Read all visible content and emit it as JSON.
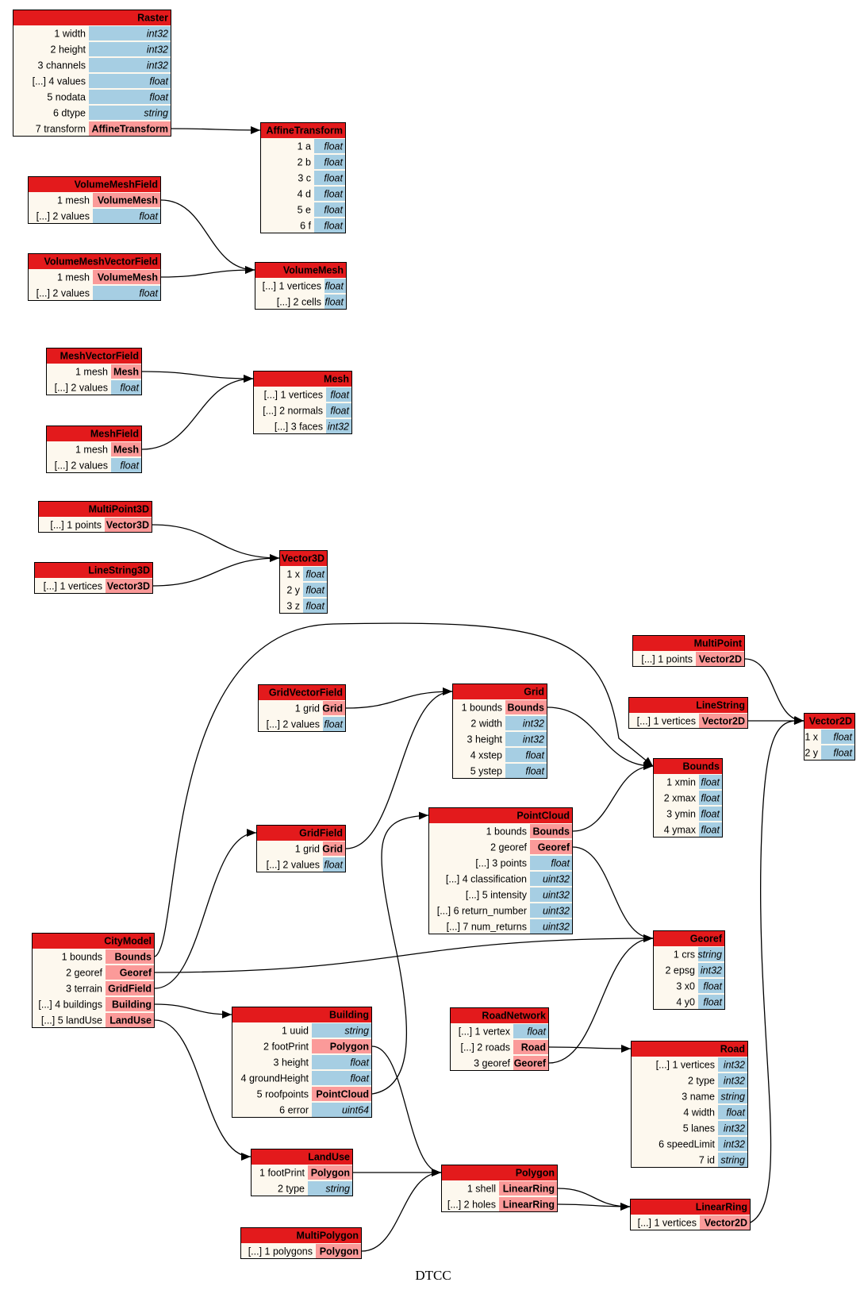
{
  "caption": "DTCC",
  "colors": {
    "header": "#e31a1c",
    "body": "#fdf8ee",
    "primitive": "#a6cee3",
    "reference": "#fb9a99",
    "edge": "#000000"
  },
  "tables": [
    {
      "id": "Raster",
      "title": "Raster",
      "fields": [
        {
          "label": "1 width",
          "type": "int32",
          "ref": false
        },
        {
          "label": "2 height",
          "type": "int32",
          "ref": false
        },
        {
          "label": "3 channels",
          "type": "int32",
          "ref": false
        },
        {
          "label": "[...] 4 values",
          "type": "float",
          "ref": false
        },
        {
          "label": "5 nodata",
          "type": "float",
          "ref": false
        },
        {
          "label": "6 dtype",
          "type": "string",
          "ref": false
        },
        {
          "label": "7 transform",
          "type": "AffineTransform",
          "ref": true
        }
      ]
    },
    {
      "id": "AffineTransform",
      "title": "AffineTransform",
      "fields": [
        {
          "label": "1 a",
          "type": "float",
          "ref": false
        },
        {
          "label": "2 b",
          "type": "float",
          "ref": false
        },
        {
          "label": "3 c",
          "type": "float",
          "ref": false
        },
        {
          "label": "4 d",
          "type": "float",
          "ref": false
        },
        {
          "label": "5 e",
          "type": "float",
          "ref": false
        },
        {
          "label": "6 f",
          "type": "float",
          "ref": false
        }
      ]
    },
    {
      "id": "VolumeMeshField",
      "title": "VolumeMeshField",
      "fields": [
        {
          "label": "1 mesh",
          "type": "VolumeMesh",
          "ref": true
        },
        {
          "label": "[...] 2 values",
          "type": "float",
          "ref": false
        }
      ]
    },
    {
      "id": "VolumeMeshVectorField",
      "title": "VolumeMeshVectorField",
      "fields": [
        {
          "label": "1 mesh",
          "type": "VolumeMesh",
          "ref": true
        },
        {
          "label": "[...] 2 values",
          "type": "float",
          "ref": false
        }
      ]
    },
    {
      "id": "VolumeMesh",
      "title": "VolumeMesh",
      "fields": [
        {
          "label": "[...] 1 vertices",
          "type": "float",
          "ref": false
        },
        {
          "label": "[...] 2 cells",
          "type": "float",
          "ref": false
        }
      ]
    },
    {
      "id": "MeshVectorField",
      "title": "MeshVectorField",
      "fields": [
        {
          "label": "1 mesh",
          "type": "Mesh",
          "ref": true
        },
        {
          "label": "[...] 2 values",
          "type": "float",
          "ref": false
        }
      ]
    },
    {
      "id": "MeshField",
      "title": "MeshField",
      "fields": [
        {
          "label": "1 mesh",
          "type": "Mesh",
          "ref": true
        },
        {
          "label": "[...] 2 values",
          "type": "float",
          "ref": false
        }
      ]
    },
    {
      "id": "Mesh",
      "title": "Mesh",
      "fields": [
        {
          "label": "[...] 1 vertices",
          "type": "float",
          "ref": false
        },
        {
          "label": "[...] 2 normals",
          "type": "float",
          "ref": false
        },
        {
          "label": "[...] 3 faces",
          "type": "int32",
          "ref": false
        }
      ]
    },
    {
      "id": "MultiPoint3D",
      "title": "MultiPoint3D",
      "fields": [
        {
          "label": "[...] 1 points",
          "type": "Vector3D",
          "ref": true
        }
      ]
    },
    {
      "id": "LineString3D",
      "title": "LineString3D",
      "fields": [
        {
          "label": "[...] 1 vertices",
          "type": "Vector3D",
          "ref": true
        }
      ]
    },
    {
      "id": "Vector3D",
      "title": "Vector3D",
      "fields": [
        {
          "label": "1 x",
          "type": "float",
          "ref": false
        },
        {
          "label": "2 y",
          "type": "float",
          "ref": false
        },
        {
          "label": "3 z",
          "type": "float",
          "ref": false
        }
      ]
    },
    {
      "id": "MultiPoint",
      "title": "MultiPoint",
      "fields": [
        {
          "label": "[...] 1 points",
          "type": "Vector2D",
          "ref": true
        }
      ]
    },
    {
      "id": "LineString",
      "title": "LineString",
      "fields": [
        {
          "label": "[...] 1 vertices",
          "type": "Vector2D",
          "ref": true
        }
      ]
    },
    {
      "id": "Vector2D",
      "title": "Vector2D",
      "fields": [
        {
          "label": "1 x",
          "type": "float",
          "ref": false
        },
        {
          "label": "2 y",
          "type": "float",
          "ref": false
        }
      ]
    },
    {
      "id": "GridVectorField",
      "title": "GridVectorField",
      "fields": [
        {
          "label": "1 grid",
          "type": "Grid",
          "ref": true
        },
        {
          "label": "[...] 2 values",
          "type": "float",
          "ref": false
        }
      ]
    },
    {
      "id": "Grid",
      "title": "Grid",
      "fields": [
        {
          "label": "1 bounds",
          "type": "Bounds",
          "ref": true
        },
        {
          "label": "2 width",
          "type": "int32",
          "ref": false
        },
        {
          "label": "3 height",
          "type": "int32",
          "ref": false
        },
        {
          "label": "4 xstep",
          "type": "float",
          "ref": false
        },
        {
          "label": "5 ystep",
          "type": "float",
          "ref": false
        }
      ]
    },
    {
      "id": "Bounds",
      "title": "Bounds",
      "fields": [
        {
          "label": "1 xmin",
          "type": "float",
          "ref": false
        },
        {
          "label": "2 xmax",
          "type": "float",
          "ref": false
        },
        {
          "label": "3 ymin",
          "type": "float",
          "ref": false
        },
        {
          "label": "4 ymax",
          "type": "float",
          "ref": false
        }
      ]
    },
    {
      "id": "PointCloud",
      "title": "PointCloud",
      "fields": [
        {
          "label": "1 bounds",
          "type": "Bounds",
          "ref": true
        },
        {
          "label": "2 georef",
          "type": "Georef",
          "ref": true
        },
        {
          "label": "[...] 3 points",
          "type": "float",
          "ref": false
        },
        {
          "label": "[...] 4 classification",
          "type": "uint32",
          "ref": false
        },
        {
          "label": "[...] 5 intensity",
          "type": "uint32",
          "ref": false
        },
        {
          "label": "[...] 6 return_number",
          "type": "uint32",
          "ref": false
        },
        {
          "label": "[...] 7 num_returns",
          "type": "uint32",
          "ref": false
        }
      ]
    },
    {
      "id": "GridField",
      "title": "GridField",
      "fields": [
        {
          "label": "1 grid",
          "type": "Grid",
          "ref": true
        },
        {
          "label": "[...] 2 values",
          "type": "float",
          "ref": false
        }
      ]
    },
    {
      "id": "CityModel",
      "title": "CityModel",
      "fields": [
        {
          "label": "1 bounds",
          "type": "Bounds",
          "ref": true
        },
        {
          "label": "2 georef",
          "type": "Georef",
          "ref": true
        },
        {
          "label": "3 terrain",
          "type": "GridField",
          "ref": true
        },
        {
          "label": "[...] 4 buildings",
          "type": "Building",
          "ref": true
        },
        {
          "label": "[...] 5 landUse",
          "type": "LandUse",
          "ref": true
        }
      ]
    },
    {
      "id": "Georef",
      "title": "Georef",
      "fields": [
        {
          "label": "1 crs",
          "type": "string",
          "ref": false
        },
        {
          "label": "2 epsg",
          "type": "int32",
          "ref": false
        },
        {
          "label": "3 x0",
          "type": "float",
          "ref": false
        },
        {
          "label": "4 y0",
          "type": "float",
          "ref": false
        }
      ]
    },
    {
      "id": "Building",
      "title": "Building",
      "fields": [
        {
          "label": "1 uuid",
          "type": "string",
          "ref": false
        },
        {
          "label": "2 footPrint",
          "type": "Polygon",
          "ref": true
        },
        {
          "label": "3 height",
          "type": "float",
          "ref": false
        },
        {
          "label": "4 groundHeight",
          "type": "float",
          "ref": false
        },
        {
          "label": "5 roofpoints",
          "type": "PointCloud",
          "ref": true
        },
        {
          "label": "6 error",
          "type": "uint64",
          "ref": false
        }
      ]
    },
    {
      "id": "RoadNetwork",
      "title": "RoadNetwork",
      "fields": [
        {
          "label": "[...] 1 vertex",
          "type": "float",
          "ref": false
        },
        {
          "label": "[...] 2 roads",
          "type": "Road",
          "ref": true
        },
        {
          "label": "3 georef",
          "type": "Georef",
          "ref": true
        }
      ]
    },
    {
      "id": "Road",
      "title": "Road",
      "fields": [
        {
          "label": "[...] 1 vertices",
          "type": "int32",
          "ref": false
        },
        {
          "label": "2 type",
          "type": "int32",
          "ref": false
        },
        {
          "label": "3 name",
          "type": "string",
          "ref": false
        },
        {
          "label": "4 width",
          "type": "float",
          "ref": false
        },
        {
          "label": "5 lanes",
          "type": "int32",
          "ref": false
        },
        {
          "label": "6 speedLimit",
          "type": "int32",
          "ref": false
        },
        {
          "label": "7 id",
          "type": "string",
          "ref": false
        }
      ]
    },
    {
      "id": "LandUse",
      "title": "LandUse",
      "fields": [
        {
          "label": "1 footPrint",
          "type": "Polygon",
          "ref": true
        },
        {
          "label": "2 type",
          "type": "string",
          "ref": false
        }
      ]
    },
    {
      "id": "Polygon",
      "title": "Polygon",
      "fields": [
        {
          "label": "1 shell",
          "type": "LinearRing",
          "ref": true
        },
        {
          "label": "[...] 2 holes",
          "type": "LinearRing",
          "ref": true
        }
      ]
    },
    {
      "id": "MultiPolygon",
      "title": "MultiPolygon",
      "fields": [
        {
          "label": "[...] 1 polygons",
          "type": "Polygon",
          "ref": true
        }
      ]
    },
    {
      "id": "LinearRing",
      "title": "LinearRing",
      "fields": [
        {
          "label": "[...] 1 vertices",
          "type": "Vector2D",
          "ref": true
        }
      ]
    }
  ],
  "edges": [
    {
      "from": "Raster",
      "field": 6,
      "to": "AffineTransform"
    },
    {
      "from": "VolumeMeshField",
      "field": 0,
      "to": "VolumeMesh"
    },
    {
      "from": "VolumeMeshVectorField",
      "field": 0,
      "to": "VolumeMesh"
    },
    {
      "from": "MeshVectorField",
      "field": 0,
      "to": "Mesh"
    },
    {
      "from": "MeshField",
      "field": 0,
      "to": "Mesh"
    },
    {
      "from": "MultiPoint3D",
      "field": 0,
      "to": "Vector3D"
    },
    {
      "from": "LineString3D",
      "field": 0,
      "to": "Vector3D"
    },
    {
      "from": "MultiPoint",
      "field": 0,
      "to": "Vector2D"
    },
    {
      "from": "LineString",
      "field": 0,
      "to": "Vector2D"
    },
    {
      "from": "LinearRing",
      "field": 0,
      "to": "Vector2D"
    },
    {
      "from": "GridVectorField",
      "field": 0,
      "to": "Grid"
    },
    {
      "from": "GridField",
      "field": 0,
      "to": "Grid"
    },
    {
      "from": "Grid",
      "field": 0,
      "to": "Bounds"
    },
    {
      "from": "PointCloud",
      "field": 0,
      "to": "Bounds"
    },
    {
      "from": "CityModel",
      "field": 0,
      "to": "Bounds"
    },
    {
      "from": "PointCloud",
      "field": 1,
      "to": "Georef"
    },
    {
      "from": "CityModel",
      "field": 1,
      "to": "Georef"
    },
    {
      "from": "RoadNetwork",
      "field": 2,
      "to": "Georef"
    },
    {
      "from": "CityModel",
      "field": 2,
      "to": "GridField"
    },
    {
      "from": "CityModel",
      "field": 3,
      "to": "Building"
    },
    {
      "from": "CityModel",
      "field": 4,
      "to": "LandUse"
    },
    {
      "from": "Building",
      "field": 4,
      "to": "PointCloud"
    },
    {
      "from": "Building",
      "field": 1,
      "to": "Polygon"
    },
    {
      "from": "LandUse",
      "field": 0,
      "to": "Polygon"
    },
    {
      "from": "MultiPolygon",
      "field": 0,
      "to": "Polygon"
    },
    {
      "from": "RoadNetwork",
      "field": 1,
      "to": "Road"
    },
    {
      "from": "Polygon",
      "field": 0,
      "to": "LinearRing"
    },
    {
      "from": "Polygon",
      "field": 1,
      "to": "LinearRing"
    }
  ]
}
